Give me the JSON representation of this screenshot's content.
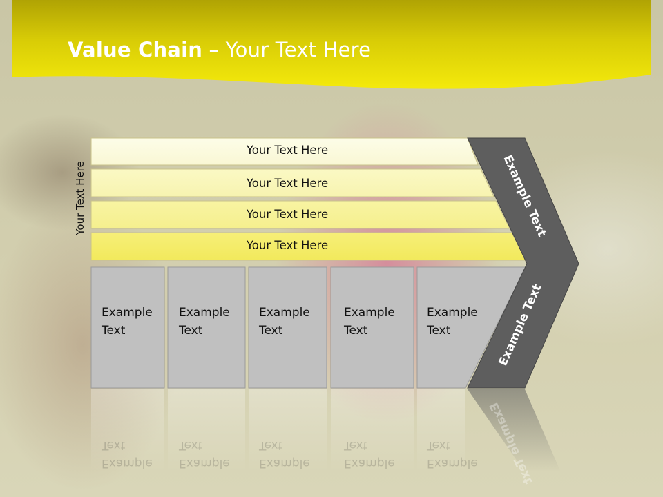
{
  "slide": {
    "title_bold": "Value Chain",
    "title_rest": " – Your Text Here",
    "side_label": "Your Text Here"
  },
  "rows": [
    {
      "label": "Your Text Here"
    },
    {
      "label": "Your Text Here"
    },
    {
      "label": "Your Text Here"
    },
    {
      "label": "Your Text Here"
    }
  ],
  "boxes": [
    {
      "line1": "Example",
      "line2": "Text"
    },
    {
      "line1": "Example",
      "line2": "Text"
    },
    {
      "line1": "Example",
      "line2": "Text"
    },
    {
      "line1": "Example",
      "line2": "Text"
    },
    {
      "line1": "Example",
      "line2": "Text"
    }
  ],
  "chevron": {
    "upper_label": "Example Text",
    "lower_label": "Example Text"
  },
  "colors": {
    "header_yellow": "#f2e80a",
    "header_olive": "#b3a606",
    "row_fill_light": "#fbfbe0",
    "row_fill_dark": "#f5ec6a",
    "box_gray": "#c0c0c0",
    "chevron_gray": "#5e5e5e"
  }
}
